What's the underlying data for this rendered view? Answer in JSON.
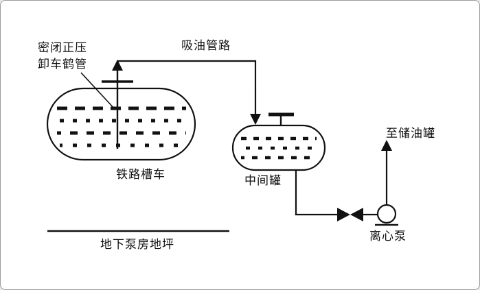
{
  "labels": {
    "unloading_arm_line1": "密闭正压",
    "unloading_arm_line2": "卸车鹤管",
    "suction_pipeline": "吸油管路",
    "railway_tank_car": "铁路槽车",
    "intermediate_tank": "中间罐",
    "to_storage_tank": "至储油罐",
    "centrifugal_pump": "离心泵",
    "underground_pump_room_floor": "地下泵房地坪"
  },
  "colors": {
    "line": "#111111",
    "bg": "#ffffff"
  }
}
